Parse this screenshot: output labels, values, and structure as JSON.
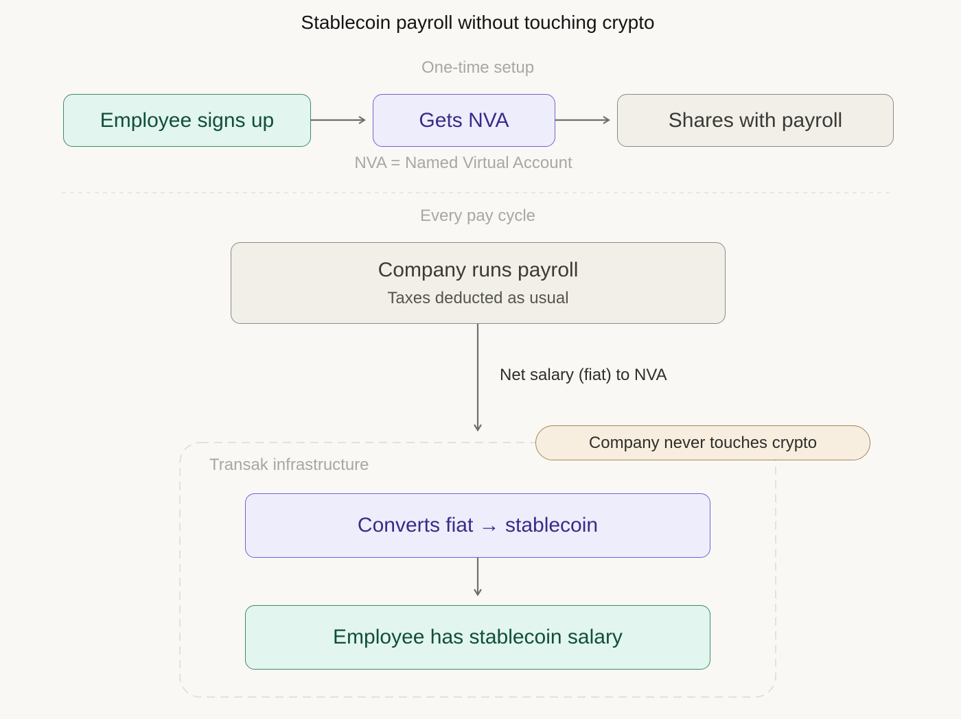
{
  "title": "Stablecoin payroll without touching crypto",
  "setup": {
    "section_label": "One-time setup",
    "steps": [
      "Employee signs up",
      "Gets NVA",
      "Shares with payroll"
    ],
    "footnote": "NVA = Named Virtual Account"
  },
  "cycle": {
    "section_label": "Every pay cycle",
    "payroll_title": "Company runs payroll",
    "payroll_sub": "Taxes deducted as usual",
    "flow_label": "Net salary (fiat) to NVA",
    "callout": "Company never touches crypto",
    "container_label": "Transak infrastructure",
    "convert": "Converts fiat → stablecoin",
    "result": "Employee has stablecoin salary"
  }
}
